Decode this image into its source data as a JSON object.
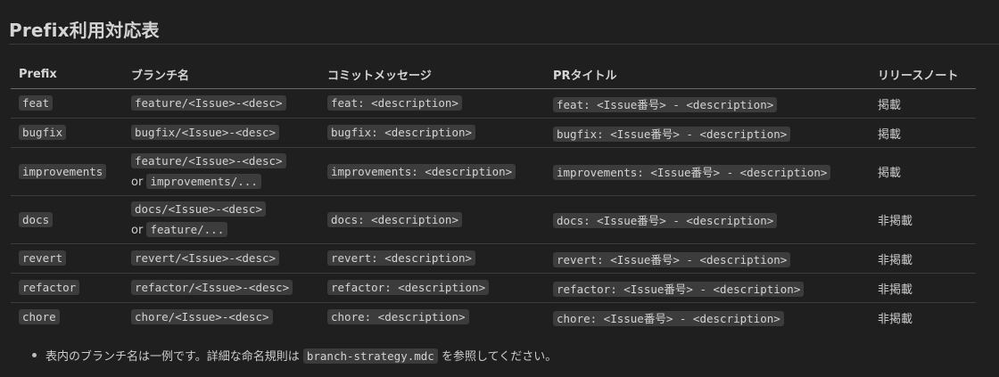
{
  "heading": "Prefix利用対応表",
  "table": {
    "headers": [
      "Prefix",
      "ブランチ名",
      "コミットメッセージ",
      "PRタイトル",
      "リリースノート"
    ],
    "rows": [
      {
        "prefix": "feat",
        "branch": "feature/<Issue>-<desc>",
        "branch_alt_word": "",
        "branch_alt": "",
        "commit": "feat: <description>",
        "pr": "feat: <Issue番号> - <description>",
        "notes": "掲載"
      },
      {
        "prefix": "bugfix",
        "branch": "bugfix/<Issue>-<desc>",
        "branch_alt_word": "",
        "branch_alt": "",
        "commit": "bugfix: <description>",
        "pr": "bugfix: <Issue番号> - <description>",
        "notes": "掲載"
      },
      {
        "prefix": "improvements",
        "branch": "feature/<Issue>-<desc>",
        "branch_alt_word": "or",
        "branch_alt": "improvements/...",
        "commit": "improvements: <description>",
        "pr": "improvements: <Issue番号> - <description>",
        "notes": "掲載"
      },
      {
        "prefix": "docs",
        "branch": "docs/<Issue>-<desc>",
        "branch_alt_word": "or",
        "branch_alt": "feature/...",
        "commit": "docs: <description>",
        "pr": "docs: <Issue番号> - <description>",
        "notes": "非掲載"
      },
      {
        "prefix": "revert",
        "branch": "revert/<Issue>-<desc>",
        "branch_alt_word": "",
        "branch_alt": "",
        "commit": "revert: <description>",
        "pr": "revert: <Issue番号> - <description>",
        "notes": "非掲載"
      },
      {
        "prefix": "refactor",
        "branch": "refactor/<Issue>-<desc>",
        "branch_alt_word": "",
        "branch_alt": "",
        "commit": "refactor: <description>",
        "pr": "refactor: <Issue番号> - <description>",
        "notes": "非掲載"
      },
      {
        "prefix": "chore",
        "branch": "chore/<Issue>-<desc>",
        "branch_alt_word": "",
        "branch_alt": "",
        "commit": "chore: <description>",
        "pr": "chore: <Issue番号> - <description>",
        "notes": "非掲載"
      }
    ]
  },
  "footnote": {
    "before": "表内のブランチ名は一例です。詳細な命名規則は ",
    "code": "branch-strategy.mdc",
    "after": " を参照してください。"
  },
  "colors": {
    "background": "#1f1f1f",
    "text": "#cccccc",
    "code_background": "#3c3c3c",
    "rule": "#3b3b3b"
  }
}
